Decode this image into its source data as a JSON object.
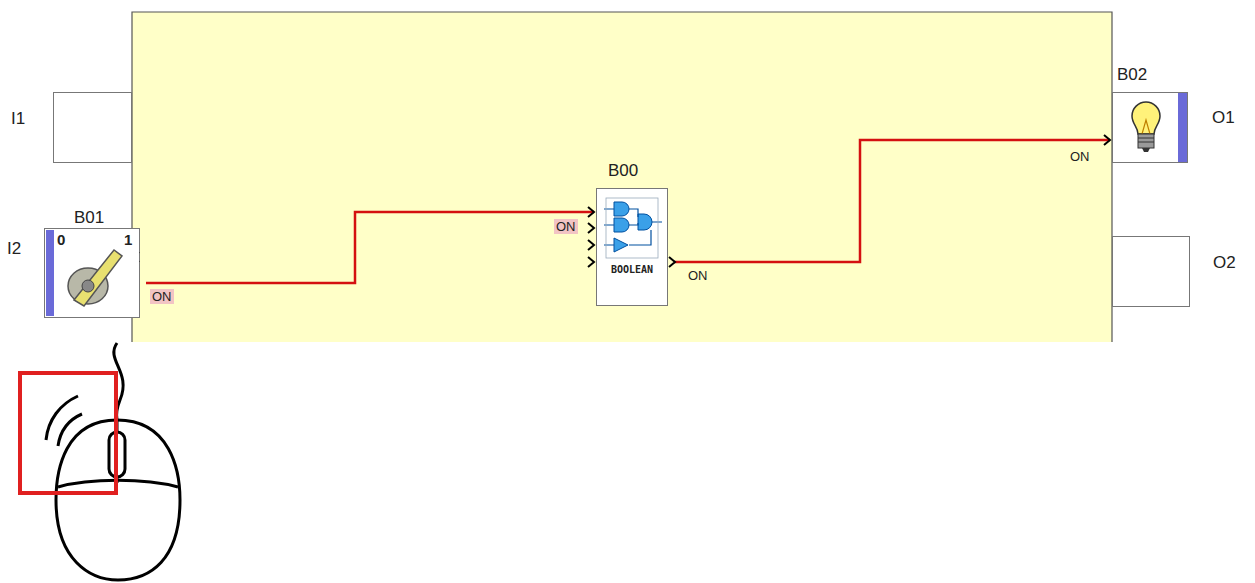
{
  "diagram": {
    "nodes": [
      {
        "text": [
          "I1"
        ]
      },
      {
        "text": [
          "B01",
          "I2"
        ]
      },
      {
        "text": [
          "B00",
          "BOOLEAN"
        ]
      },
      {
        "text": [
          "B02",
          "O1"
        ]
      },
      {
        "text": [
          "O2"
        ]
      }
    ],
    "edges": [
      {
        "from": 1,
        "to": 2,
        "arrow": "to"
      },
      {
        "from": 2,
        "to": 3,
        "arrow": "to"
      }
    ],
    "labels": [
      "0",
      "1",
      "ON",
      "ON",
      "ON",
      "ON"
    ]
  }
}
